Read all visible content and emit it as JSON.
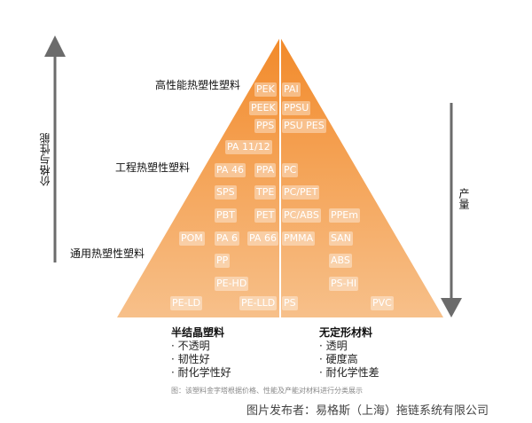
{
  "colors": {
    "pyramid_top": "#f28a2a",
    "pyramid_bottom": "#f7c08a",
    "arrow": "#6b6b6b",
    "tag_text": "#ffffff"
  },
  "axis_left": {
    "label": "价格与性能"
  },
  "axis_right": {
    "label": "产量"
  },
  "tiers": {
    "high": "高性能热塑性塑料",
    "engineering": "工程热塑性塑料",
    "general": "通用热塑性塑料"
  },
  "tags": {
    "pek": "PEK",
    "pai": "PAI",
    "peek": "PEEK",
    "ppsu": "PPSU",
    "pps": "PPS",
    "psu_pes": "PSU PES",
    "pa1112": "PA 11/12",
    "pa46": "PA 46",
    "ppa": "PPA",
    "pc": "PC",
    "sps": "SPS",
    "tpe": "TPE",
    "pcpet": "PC/PET",
    "pbt": "PBT",
    "pet": "PET",
    "pcabs": "PC/ABS",
    "ppem": "PPEm",
    "pom": "POM",
    "pa6": "PA 6",
    "pa66": "PA 66",
    "pmma": "PMMA",
    "san": "SAN",
    "pp": "PP",
    "abs": "ABS",
    "pehd": "PE-HD",
    "pshi": "PS-HI",
    "peld": "PE-LD",
    "pelld": "PE-LLD",
    "ps": "PS",
    "pvc": "PVC"
  },
  "semicrystalline": {
    "title": "半结晶塑料",
    "items": [
      "· 不透明",
      "· 韧性好",
      "· 耐化学性好"
    ]
  },
  "amorphous": {
    "title": "无定形材料",
    "items": [
      "· 透明",
      "· 硬度高",
      "· 耐化学性差"
    ]
  },
  "caption": "图：该塑料金字塔根据价格、性能及产能对材料进行分类展示",
  "credit": "图片发布者：易格斯（上海）拖链系统有限公司"
}
